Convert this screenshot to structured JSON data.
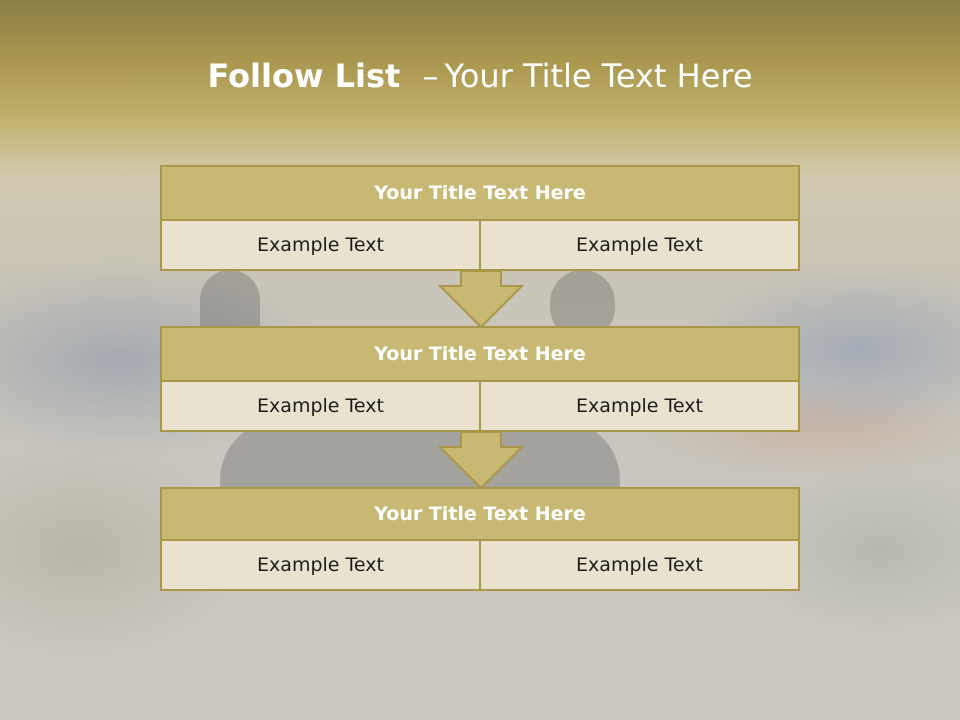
{
  "slide": {
    "title_bold": "Follow List",
    "title_sep": "–",
    "title_rest": "Your Title Text Here",
    "colors": {
      "header_fill": "#c7b874",
      "border": "#a99646",
      "row_fill": "#e8e2cf",
      "title_text": "#ffffff"
    },
    "blocks": [
      {
        "title": "Your Title Text Here",
        "left": "Example Text",
        "right": "Example Text"
      },
      {
        "title": "Your Title Text Here",
        "left": "Example Text",
        "right": "Example Text"
      },
      {
        "title": "Your Title Text Here",
        "left": "Example Text",
        "right": "Example Text"
      }
    ],
    "arrow_icon": "down-arrow-icon"
  }
}
